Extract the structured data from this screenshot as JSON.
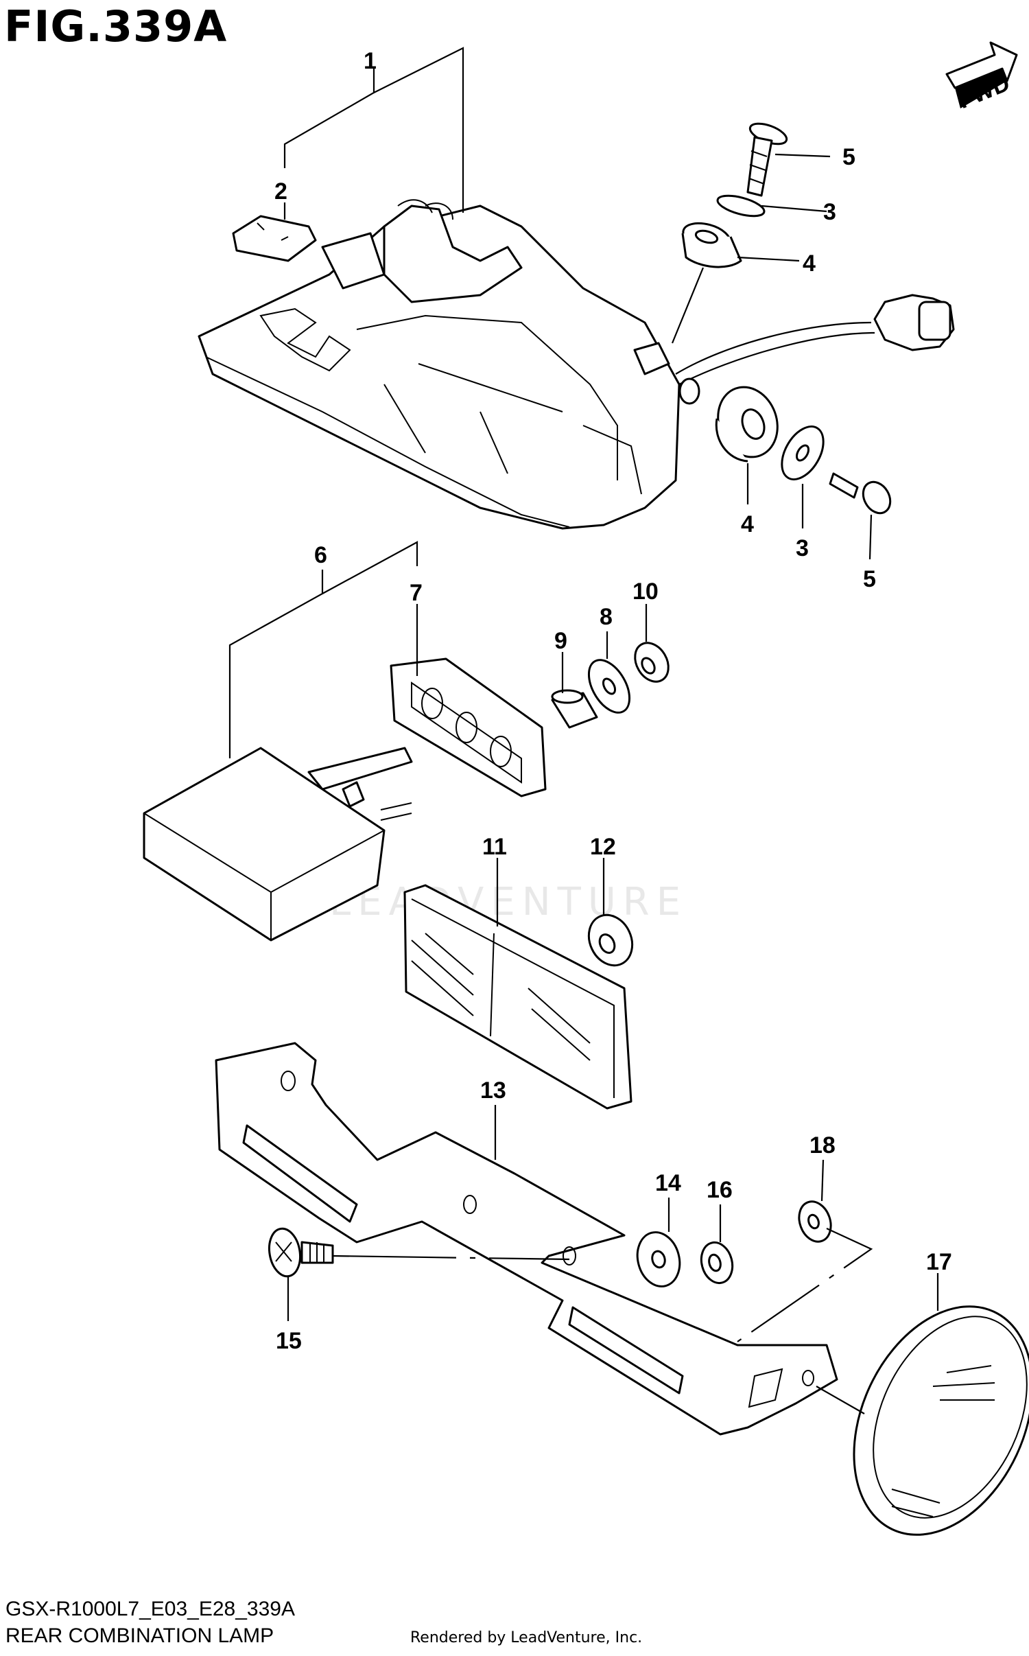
{
  "figure": {
    "title": "FIG.339A",
    "fwd_label": "FWD"
  },
  "callouts": [
    {
      "id": "c1",
      "label": "1"
    },
    {
      "id": "c2",
      "label": "2"
    },
    {
      "id": "c5a",
      "label": "5"
    },
    {
      "id": "c3a",
      "label": "3"
    },
    {
      "id": "c4a",
      "label": "4"
    },
    {
      "id": "c4b",
      "label": "4"
    },
    {
      "id": "c3b",
      "label": "3"
    },
    {
      "id": "c5b",
      "label": "5"
    },
    {
      "id": "c6",
      "label": "6"
    },
    {
      "id": "c7",
      "label": "7"
    },
    {
      "id": "c8",
      "label": "8"
    },
    {
      "id": "c9",
      "label": "9"
    },
    {
      "id": "c10",
      "label": "10"
    },
    {
      "id": "c11",
      "label": "11"
    },
    {
      "id": "c12",
      "label": "12"
    },
    {
      "id": "c13",
      "label": "13"
    },
    {
      "id": "c14",
      "label": "14"
    },
    {
      "id": "c16",
      "label": "16"
    },
    {
      "id": "c18",
      "label": "18"
    },
    {
      "id": "c17",
      "label": "17"
    },
    {
      "id": "c15",
      "label": "15"
    }
  ],
  "watermark": "LEADVENTURE",
  "footer": {
    "code": "GSX-R1000L7_E03_E28_339A",
    "name": "REAR COMBINATION LAMP",
    "rendered_by": "Rendered by LeadVenture, Inc."
  }
}
